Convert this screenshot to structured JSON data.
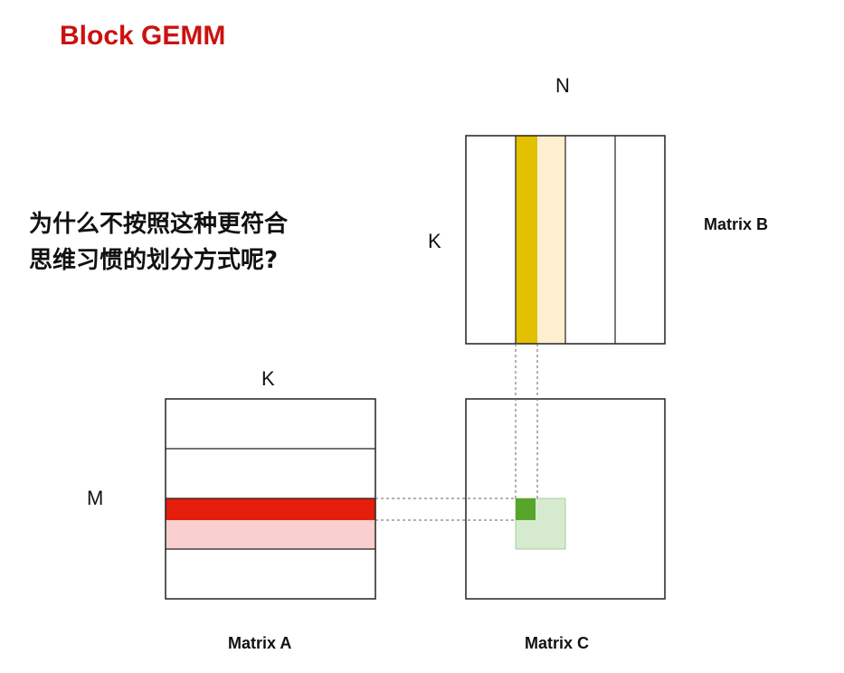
{
  "title": "Block GEMM",
  "question": {
    "line1": "为什么不按照这种更符合",
    "line2": "思维习惯的划分方式呢?"
  },
  "labels": {
    "b_top": "N",
    "b_side": "K",
    "a_top": "K",
    "a_side": "M"
  },
  "matrices": {
    "a": "Matrix A",
    "b": "Matrix B",
    "c": "Matrix C"
  },
  "colors": {
    "title": "#cc1111",
    "a_row_active": "#e41e0a",
    "a_row_next": "#f9cfcf",
    "b_col_active": "#e3c000",
    "b_col_next": "#fdefd0",
    "c_block_active": "#57a52a",
    "c_block_region": "#d6ead0",
    "c_block_region_border": "#a8cf98",
    "outline": "#222222",
    "guide": "#666666"
  }
}
